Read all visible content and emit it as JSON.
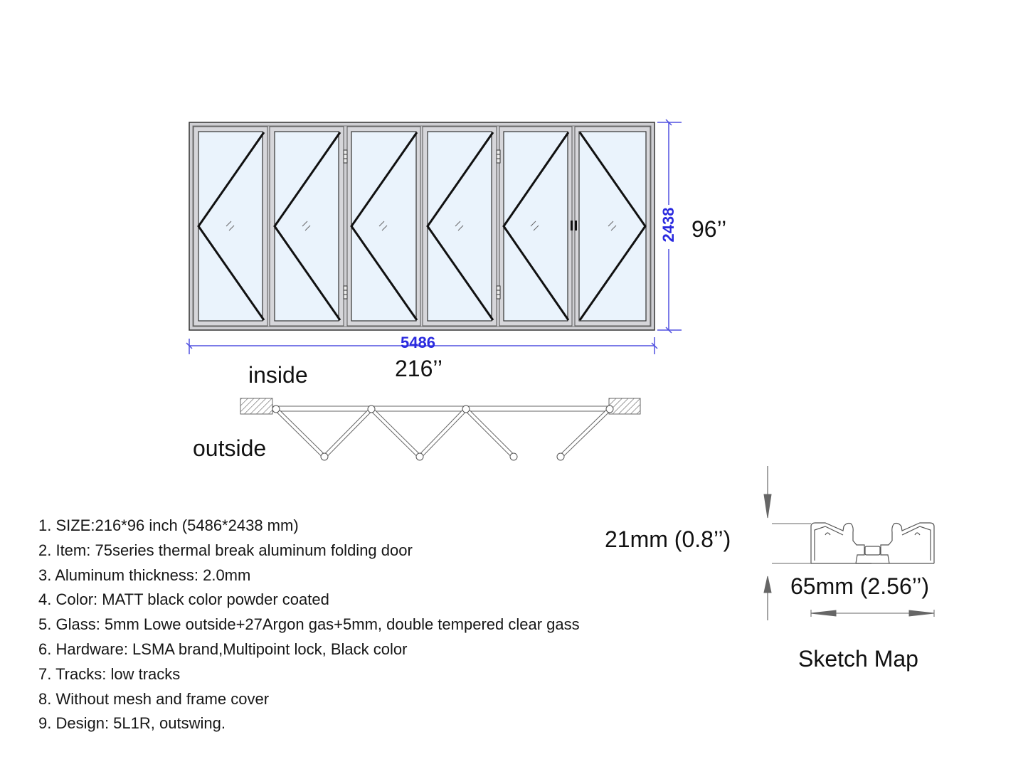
{
  "elevation": {
    "panel_count": 6,
    "width_mm": "5486",
    "height_mm": "2438",
    "width_in": "216’’",
    "height_in": "96’’",
    "colors": {
      "frame": "#cfcfd3",
      "glass": "#eaf3fc",
      "outline": "#222222",
      "dimension": "#5050e0",
      "dimension_text": "#2a2adf"
    }
  },
  "plan_view": {
    "inside_label": "inside",
    "outside_label": "outside"
  },
  "specs": [
    "1. SIZE:216*96 inch (5486*2438 mm)",
    "2. Item: 75series thermal break aluminum folding door",
    "3. Aluminum thickness: 2.0mm",
    "4. Color: MATT black color powder coated",
    "5. Glass: 5mm Lowe outside+27Argon gas+5mm, double tempered clear gass",
    "6. Hardware: LSMA brand,Multipoint lock, Black color",
    "7. Tracks: low tracks",
    "8. Without mesh and frame cover",
    "9. Design: 5L1R, outswing."
  ],
  "profile": {
    "thickness_label": "21mm (0.8’’)",
    "width_label": "65mm (2.56’’)",
    "caption": "Sketch Map"
  }
}
